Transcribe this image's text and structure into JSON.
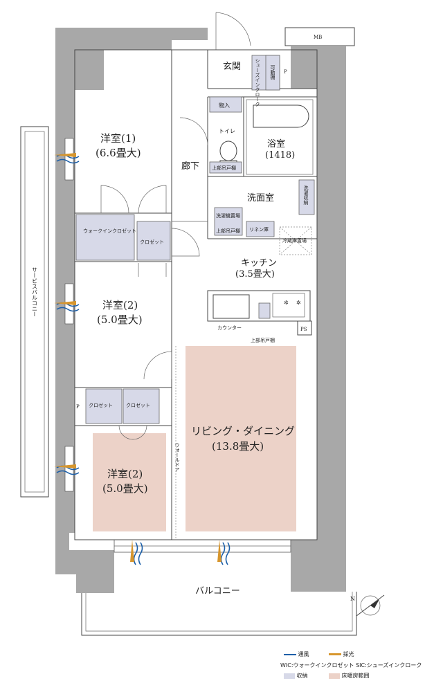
{
  "rooms": {
    "western1": "洋室(1)",
    "western1_size": "(6.6畳大)",
    "western2a": "洋室(2)",
    "western2a_size": "(5.0畳大)",
    "western2b": "洋室(2)",
    "western2b_size": "(5.0畳大)",
    "living": "リビング・ダイニング",
    "living_size": "(13.8畳大)",
    "kitchen": "キッチン",
    "kitchen_size": "(3.5畳大)",
    "bath": "浴室",
    "bath_size": "(1418)",
    "washroom": "洗面室",
    "toilet": "トイレ",
    "hallway": "廊下",
    "entrance": "玄関"
  },
  "fixtures": {
    "mb": "MB",
    "sic": "シューズインクローク",
    "movable_shelf": "可動棚",
    "p1": "P",
    "p2": "P",
    "storage": "物入",
    "upper_cabinet_toilet": "上部吊戸棚",
    "washer": "洗濯機置場",
    "upper_cabinet_wash": "上部吊戸棚",
    "linen": "リネン庫",
    "wash_shelf": "洗濯収納",
    "fridge": "冷蔵庫置場",
    "wic": "ウォークインクロゼット",
    "closet1": "クロゼット",
    "closet2": "クロゼット",
    "closet3": "クロゼット",
    "counter": "カウンター",
    "ps": "PS",
    "upper_cabinet_kitchen": "上部吊戸棚",
    "wall_door": "ウォールドア",
    "service_balcony": "サービスバルコニー",
    "balcony": "バルコニー",
    "north": "N"
  },
  "legend": {
    "ventilation": "通風",
    "daylight": "採光",
    "abbrev": "WIC:ウォークインクロゼット SIC:シューズインクローク",
    "storage_label": "収納",
    "heating_label": "床暖房範囲"
  },
  "colors": {
    "storage": "#d7d9e8",
    "heating": "#ecd2c8",
    "wall": "#a8a8a8",
    "ventilation": "#1c5fa8",
    "daylight": "#d7962d"
  }
}
